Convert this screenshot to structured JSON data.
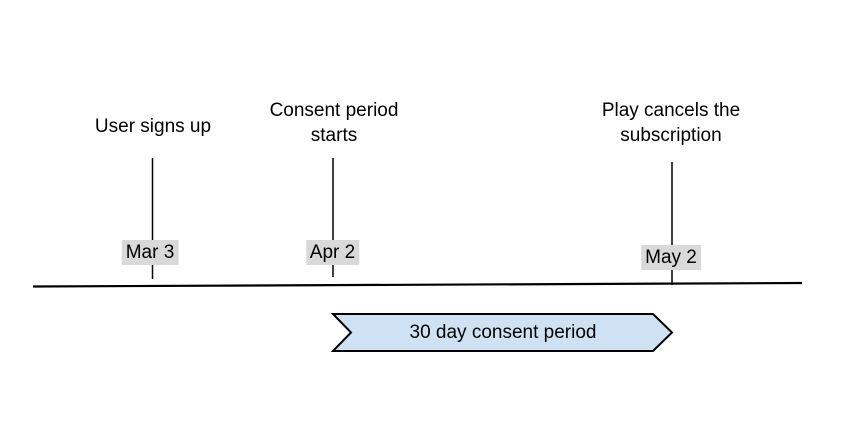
{
  "diagram": {
    "events": [
      {
        "label": "User signs up",
        "date": "Mar 3"
      },
      {
        "label": "Consent period\nstarts",
        "date": "Apr 2"
      },
      {
        "label": "Play cancels the\nsubscription",
        "date": "May 2"
      }
    ],
    "ribbon": {
      "label": "30 day consent period"
    },
    "colors": {
      "ribbon_fill": "#cfe2f3",
      "ribbon_border": "#000000",
      "date_badge_bg": "#d9d9d9",
      "axis_line": "#000000",
      "text": "#000000"
    }
  }
}
